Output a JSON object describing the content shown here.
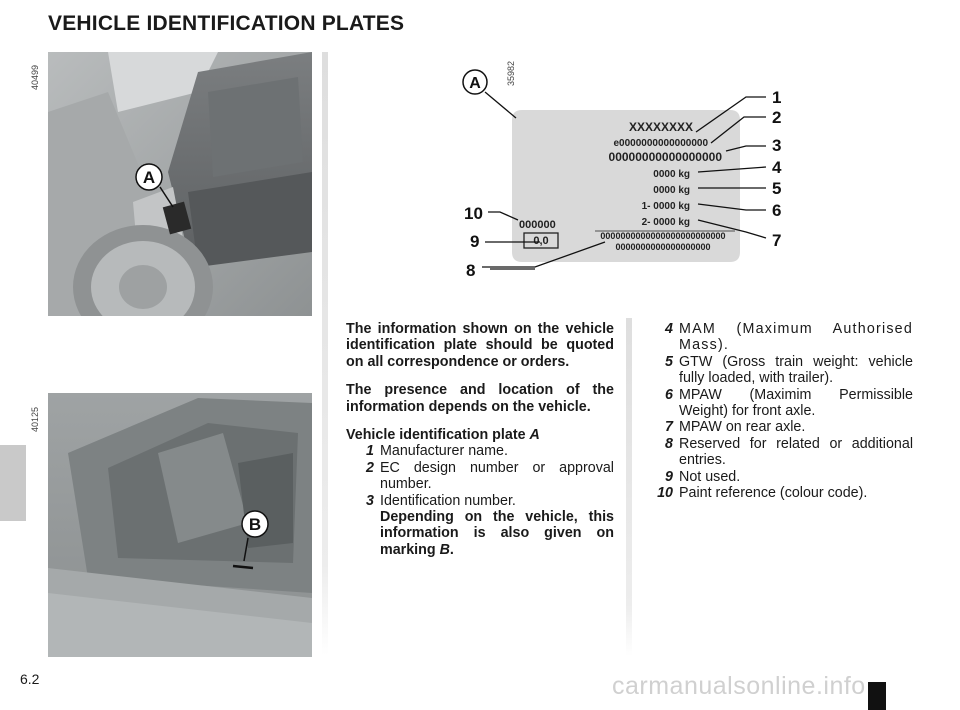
{
  "page": {
    "title": "VEHICLE IDENTIFICATION PLATES",
    "number": "6.2",
    "watermark": "carmanualsonline.info"
  },
  "images": {
    "photo_a": {
      "code": "40499",
      "marker": "A"
    },
    "photo_b": {
      "code": "40125",
      "marker": "B"
    },
    "diagram": {
      "code": "35982",
      "marker": "A",
      "plate_lines": [
        "XXXXXXXX",
        "e0000000000000000",
        "00000000000000000",
        "0000 kg",
        "0000 kg",
        "1- 0000 kg",
        "2- 0000 kg",
        "000000",
        "0,0",
        "0000000000000000000000000",
        "0000000000000000000"
      ],
      "callouts": [
        "1",
        "2",
        "3",
        "4",
        "5",
        "6",
        "7",
        "8",
        "9",
        "10"
      ]
    }
  },
  "col1": {
    "para1": "The information shown on the vehicle identification plate should be quoted on all correspondence or orders.",
    "para2": "The presence and location of the information depends on the vehicle.",
    "plate_heading": "Vehicle identification plate ",
    "plate_heading_ref": "A",
    "items": [
      {
        "num": "1",
        "text": "Manufacturer name."
      },
      {
        "num": "2",
        "text": "EC design number or approval number."
      },
      {
        "num": "3",
        "text": "Identification number."
      }
    ],
    "note_text": "Depending on the vehicle, this information is also given on marking ",
    "note_ref": "B",
    "note_end": "."
  },
  "col2": {
    "items": [
      {
        "num": "4",
        "text": "MAM (Maximum Authorised Mass)."
      },
      {
        "num": "5",
        "text": "GTW (Gross train weight: vehicle fully loaded, with trailer)."
      },
      {
        "num": "6",
        "text": "MPAW (Maximim Permissible Weight) for front axle."
      },
      {
        "num": "7",
        "text": "MPAW on rear axle."
      },
      {
        "num": "8",
        "text": "Reserved for related or additional entries."
      },
      {
        "num": "9",
        "text": "Not used."
      },
      {
        "num": "10",
        "text": "Paint reference (colour code)."
      }
    ]
  }
}
